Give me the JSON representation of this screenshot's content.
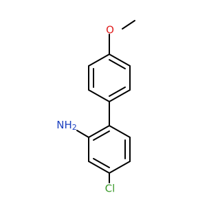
{
  "molecule": {
    "labels": {
      "chlorine": "Cl",
      "amine": "NH",
      "amine_subscript": "2",
      "oxygen": "O"
    },
    "colors": {
      "bond": "#000000",
      "chlorine": "#3a9a2a",
      "nitrogen": "#1a3fbf",
      "oxygen": "#e02020",
      "background": "#ffffff"
    }
  }
}
